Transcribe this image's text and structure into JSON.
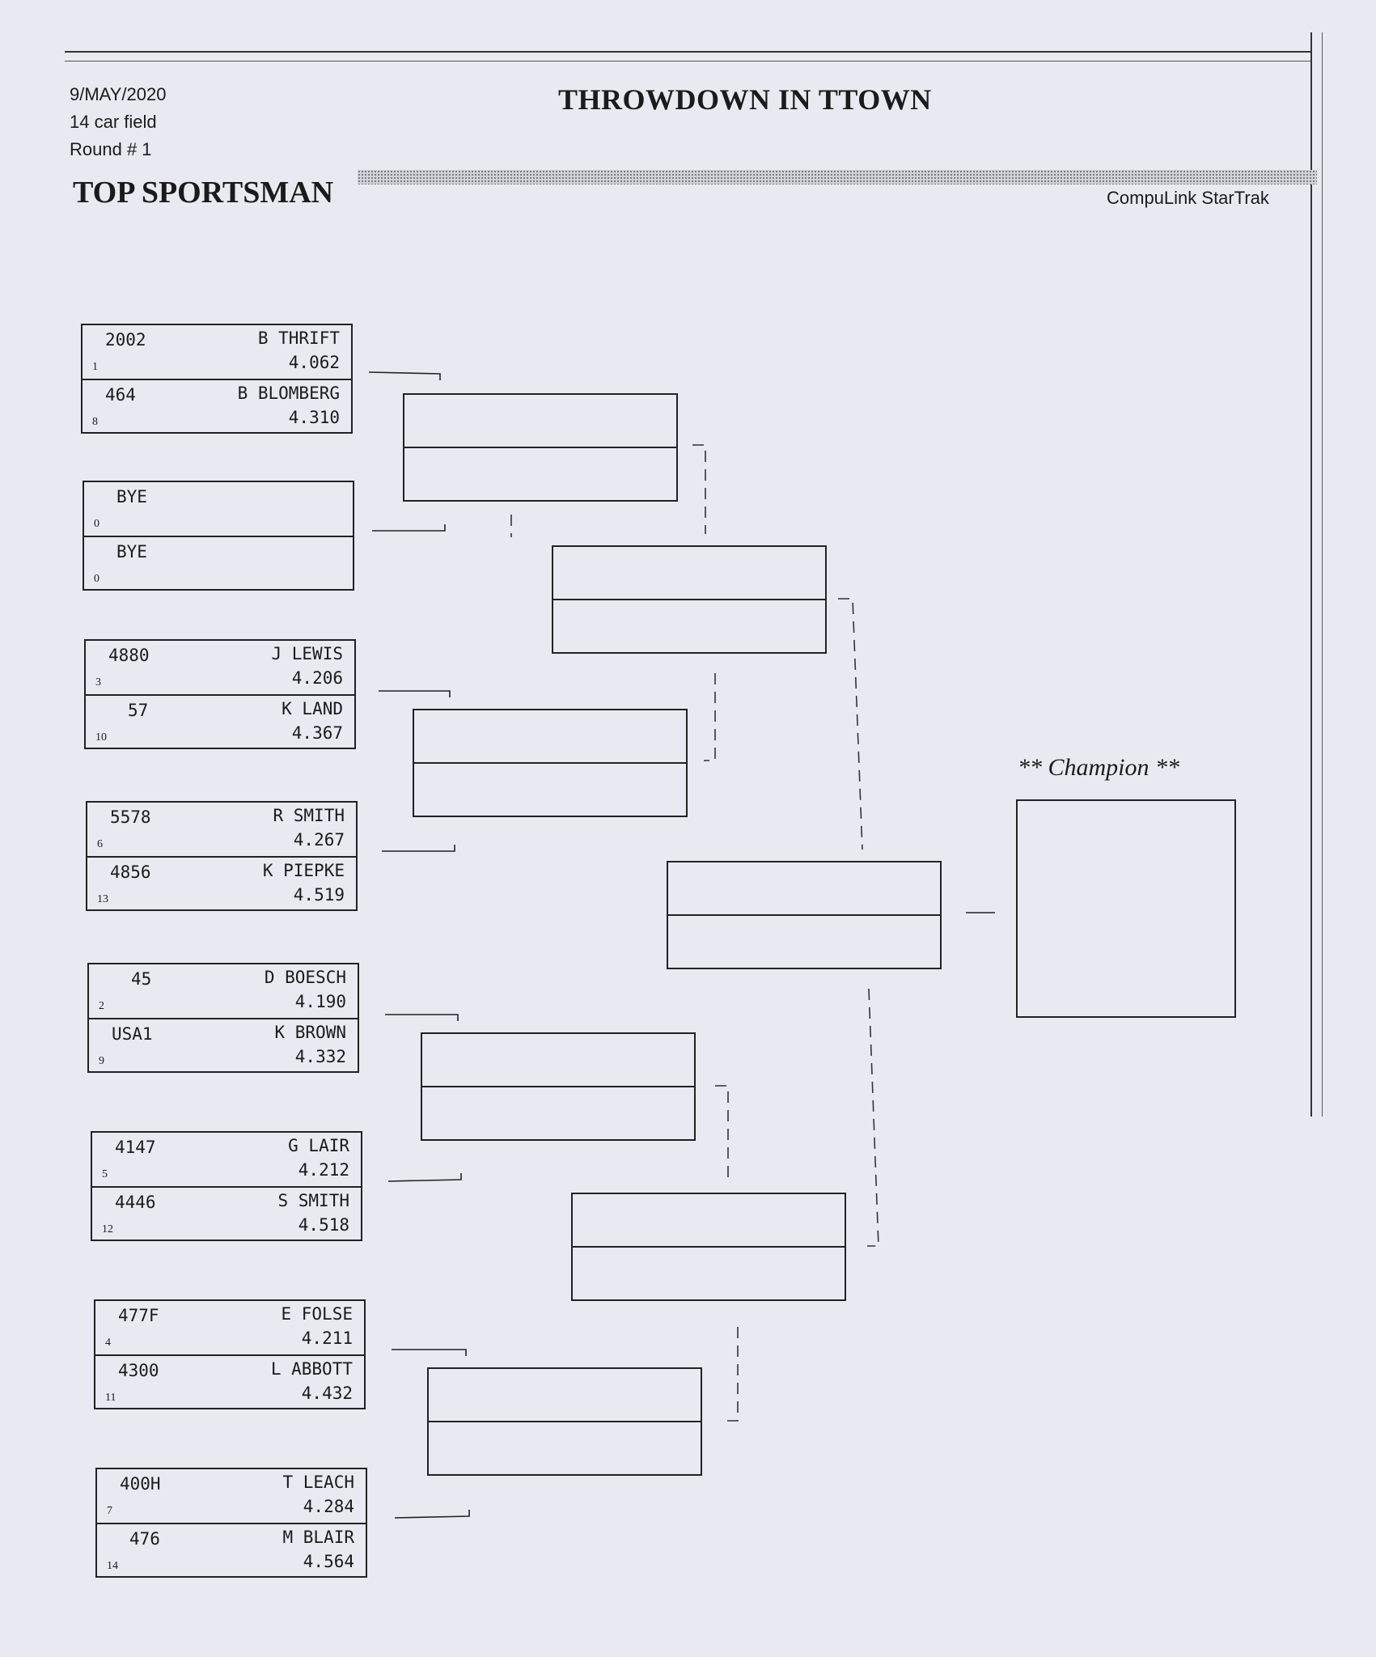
{
  "header": {
    "date": "9/MAY/2020",
    "field": "14 car field",
    "round": "Round # 1",
    "event_title": "THROWDOWN IN TTOWN",
    "class_title": "TOP SPORTSMAN",
    "software": "CompuLink StarTrak"
  },
  "pairs": [
    {
      "a": {
        "car": "2002",
        "name": "B THRIFT",
        "et": "4.062",
        "seed": "1"
      },
      "b": {
        "car": "464",
        "name": "B BLOMBERG",
        "et": "4.310",
        "seed": "8"
      }
    },
    {
      "a": {
        "car": "BYE",
        "name": "",
        "et": "",
        "seed": "0"
      },
      "b": {
        "car": "BYE",
        "name": "",
        "et": "",
        "seed": "0"
      }
    },
    {
      "a": {
        "car": "4880",
        "name": "J LEWIS",
        "et": "4.206",
        "seed": "3"
      },
      "b": {
        "car": "57",
        "name": "K LAND",
        "et": "4.367",
        "seed": "10"
      }
    },
    {
      "a": {
        "car": "5578",
        "name": "R SMITH",
        "et": "4.267",
        "seed": "6"
      },
      "b": {
        "car": "4856",
        "name": "K PIEPKE",
        "et": "4.519",
        "seed": "13"
      }
    },
    {
      "a": {
        "car": "45",
        "name": "D BOESCH",
        "et": "4.190",
        "seed": "2"
      },
      "b": {
        "car": "USA1",
        "name": "K BROWN",
        "et": "4.332",
        "seed": "9"
      }
    },
    {
      "a": {
        "car": "4147",
        "name": "G LAIR",
        "et": "4.212",
        "seed": "5"
      },
      "b": {
        "car": "4446",
        "name": "S SMITH",
        "et": "4.518",
        "seed": "12"
      }
    },
    {
      "a": {
        "car": "477F",
        "name": "E FOLSE",
        "et": "4.211",
        "seed": "4"
      },
      "b": {
        "car": "4300",
        "name": "L ABBOTT",
        "et": "4.432",
        "seed": "11"
      }
    },
    {
      "a": {
        "car": "400H",
        "name": "T LEACH",
        "et": "4.284",
        "seed": "7"
      },
      "b": {
        "car": "476",
        "name": "M BLAIR",
        "et": "4.564",
        "seed": "14"
      }
    }
  ],
  "champion_label": "** Champion **"
}
